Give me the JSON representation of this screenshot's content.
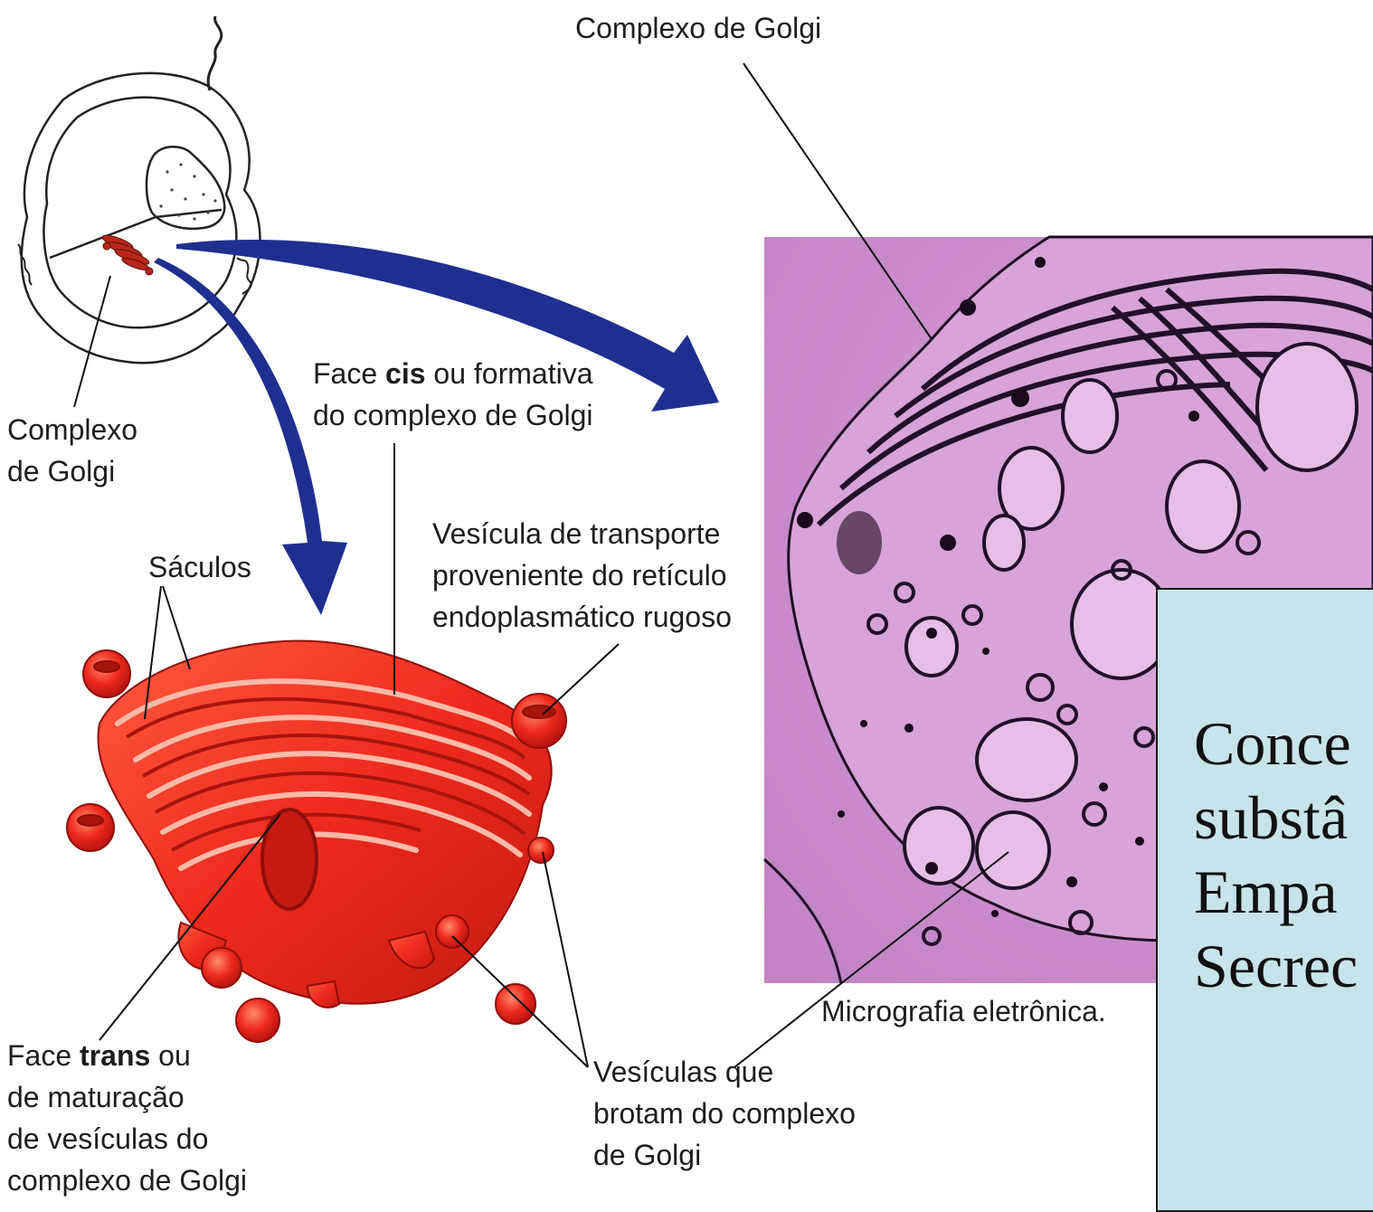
{
  "labels": {
    "top_golgi": "Complexo de Golgi",
    "cell_golgi_line1": "Complexo",
    "cell_golgi_line2": "de Golgi",
    "cis_line1_pre": "Face ",
    "cis_line1_bold": "cis",
    "cis_line1_post": " ou formativa",
    "cis_line2": "do complexo de Golgi",
    "saculos": "Sáculos",
    "transport_line1": "Vesícula de transporte",
    "transport_line2": "proveniente do retículo",
    "transport_line3": "endoplasmático rugoso",
    "trans_line1_pre": "Face ",
    "trans_line1_bold": "trans",
    "trans_line1_post": " ou",
    "trans_line2": "de maturação",
    "trans_line3": "de vesículas do",
    "trans_line4": "complexo de Golgi",
    "buds_line1": "Vesículas que",
    "buds_line2": "brotam do complexo",
    "buds_line3": "de Golgi",
    "micrograph_caption": "Micrografia eletrônica."
  },
  "infobox": {
    "line1": "Conce",
    "line2": "substâ",
    "line3": "Empa",
    "line4": "Secrec"
  },
  "colors": {
    "arrow": "#1f2f8f",
    "golgi_red": "#ee2a1e",
    "micrograph_bg": "#cf8fcf",
    "infobox_bg": "#c6e4ea"
  }
}
